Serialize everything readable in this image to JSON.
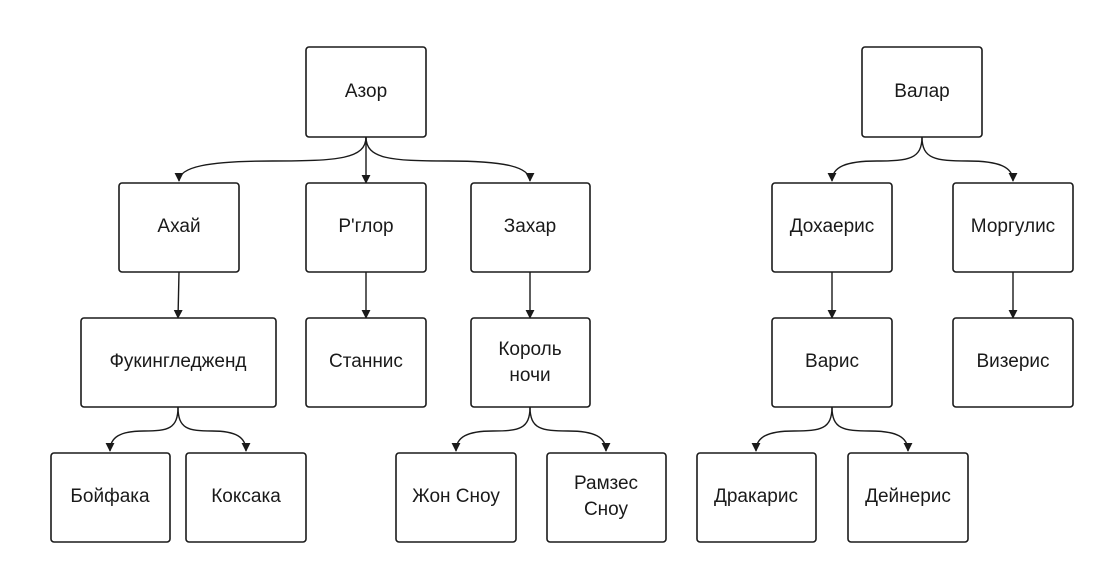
{
  "nodes": {
    "azor": "Азор",
    "akhai": "Ахай",
    "rglor": "Р'глор",
    "zakhar": "Захар",
    "fukingledzhend": "Фукингледженд",
    "stannis": "Станнис",
    "korol_l1": "Король",
    "korol_l2": "ночи",
    "boifaka": "Бойфака",
    "koksaka": "Коксака",
    "jon": "Жон Сноу",
    "ramzes_l1": "Рамзес",
    "ramzes_l2": "Сноу",
    "valar": "Валар",
    "dokhaeris": "Дохаерис",
    "morgulis": "Моргулис",
    "varis": "Варис",
    "vizeris": "Визерис",
    "drakaris": "Дракарис",
    "deineris": "Дейнерис"
  },
  "edges": [
    [
      "azor",
      "akhai"
    ],
    [
      "azor",
      "rglor"
    ],
    [
      "azor",
      "zakhar"
    ],
    [
      "akhai",
      "fukingledzhend"
    ],
    [
      "rglor",
      "stannis"
    ],
    [
      "zakhar",
      "korol"
    ],
    [
      "fukingledzhend",
      "boifaka"
    ],
    [
      "fukingledzhend",
      "koksaka"
    ],
    [
      "korol",
      "jon"
    ],
    [
      "korol",
      "ramzes"
    ],
    [
      "valar",
      "dokhaeris"
    ],
    [
      "valar",
      "morgulis"
    ],
    [
      "dokhaeris",
      "varis"
    ],
    [
      "morgulis",
      "vizeris"
    ],
    [
      "varis",
      "drakaris"
    ],
    [
      "varis",
      "deineris"
    ]
  ]
}
